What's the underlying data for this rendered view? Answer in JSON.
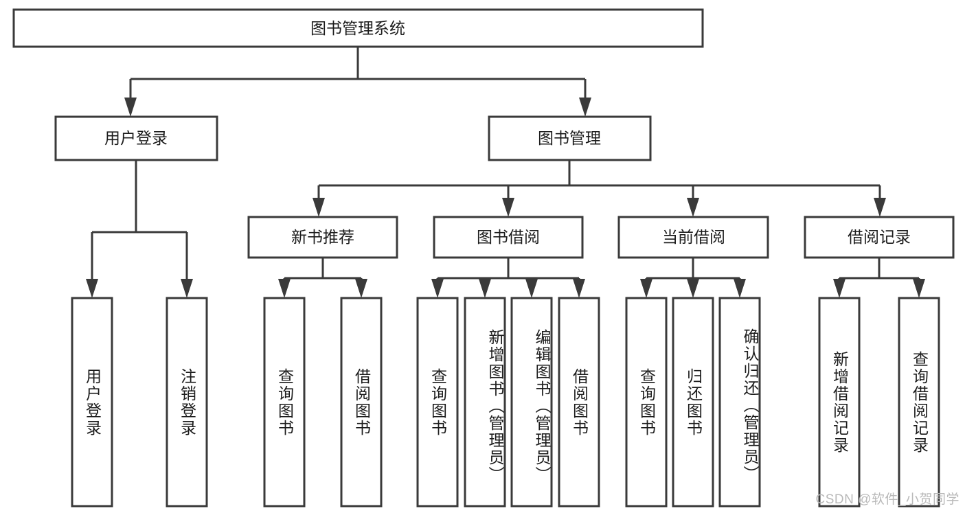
{
  "diagram": {
    "title": "图书管理系统",
    "type": "hierarchy-tree",
    "root": {
      "id": "root",
      "label": "图书管理系统"
    },
    "level2": [
      {
        "id": "user-login",
        "label": "用户登录"
      },
      {
        "id": "book-management",
        "label": "图书管理"
      }
    ],
    "level3": [
      {
        "id": "new-book-recommend",
        "label": "新书推荐",
        "parent": "book-management"
      },
      {
        "id": "book-borrow",
        "label": "图书借阅",
        "parent": "book-management"
      },
      {
        "id": "current-borrow",
        "label": "当前借阅",
        "parent": "book-management"
      },
      {
        "id": "borrow-record",
        "label": "借阅记录",
        "parent": "book-management"
      }
    ],
    "leaves": [
      {
        "id": "leaf-user-login",
        "label": "用户登录",
        "parent": "user-login"
      },
      {
        "id": "leaf-logout-login",
        "label": "注销登录",
        "parent": "user-login"
      },
      {
        "id": "leaf-query-book-1",
        "label": "查询图书",
        "parent": "new-book-recommend"
      },
      {
        "id": "leaf-borrow-book-1",
        "label": "借阅图书",
        "parent": "new-book-recommend"
      },
      {
        "id": "leaf-query-book-2",
        "label": "查询图书",
        "parent": "book-borrow"
      },
      {
        "id": "leaf-add-book",
        "label": "新增图书（管理员）",
        "parent": "book-borrow"
      },
      {
        "id": "leaf-edit-book",
        "label": "编辑图书（管理员）",
        "parent": "book-borrow"
      },
      {
        "id": "leaf-borrow-book-2",
        "label": "借阅图书",
        "parent": "book-borrow"
      },
      {
        "id": "leaf-query-book-3",
        "label": "查询图书",
        "parent": "current-borrow"
      },
      {
        "id": "leaf-return-book",
        "label": "归还图书",
        "parent": "current-borrow"
      },
      {
        "id": "leaf-confirm-return",
        "label": "确认归还（管理员）",
        "parent": "current-borrow"
      },
      {
        "id": "leaf-add-record",
        "label": "新增借阅记录",
        "parent": "borrow-record"
      },
      {
        "id": "leaf-query-record",
        "label": "查询借阅记录",
        "parent": "borrow-record"
      }
    ],
    "colors": {
      "stroke": "#3a3a3a",
      "fill": "#ffffff",
      "text": "#1c1c1c",
      "watermark": "#b9b9b9"
    }
  },
  "watermark": {
    "text": "CSDN @软件_小贺同学"
  }
}
